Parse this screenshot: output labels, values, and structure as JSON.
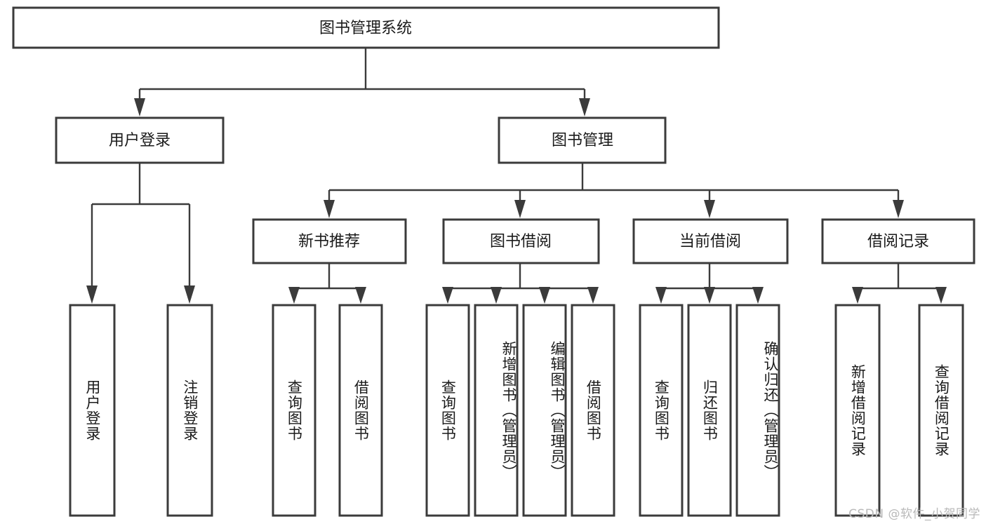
{
  "diagram": {
    "title": "图书管理系统",
    "type": "tree-hierarchy-chart",
    "root": {
      "label": "图书管理系统"
    },
    "level2": [
      {
        "label": "用户登录"
      },
      {
        "label": "图书管理"
      }
    ],
    "level3": [
      {
        "label": "新书推荐"
      },
      {
        "label": "图书借阅"
      },
      {
        "label": "当前借阅"
      },
      {
        "label": "借阅记录"
      }
    ],
    "leaves": [
      {
        "label": "用户登录"
      },
      {
        "label": "注销登录"
      },
      {
        "label": "查询图书"
      },
      {
        "label": "借阅图书"
      },
      {
        "label": "查询图书"
      },
      {
        "label": "新增图书（管理员）"
      },
      {
        "label": "编辑图书（管理员）"
      },
      {
        "label": "借阅图书"
      },
      {
        "label": "查询图书"
      },
      {
        "label": "归还图书"
      },
      {
        "label": "确认归还（管理员）"
      },
      {
        "label": "新增借阅记录"
      },
      {
        "label": "查询借阅记录"
      }
    ]
  },
  "watermark": {
    "text": "CSDN @软件_小贺同学"
  },
  "colors": {
    "stroke": "#3b3b3b",
    "fill": "#ffffff",
    "text": "#1a1a1a",
    "watermark": "#b9b9b9",
    "background": "#ffffff"
  }
}
